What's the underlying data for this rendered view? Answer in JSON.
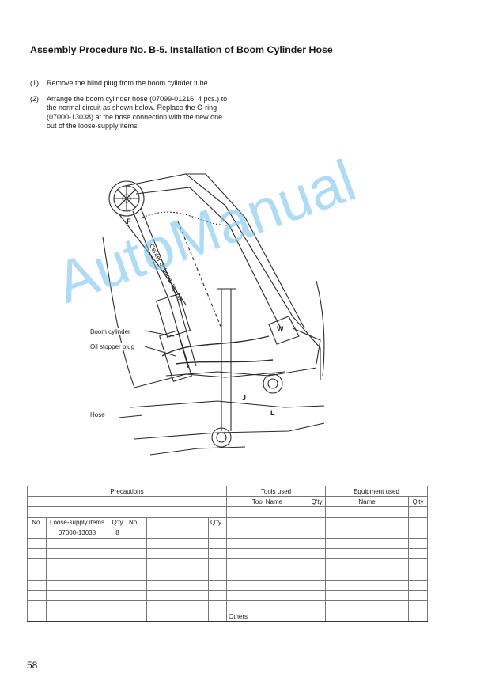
{
  "title": "Assembly Procedure No. B-5. Installation of Boom Cylinder Hose",
  "steps": [
    {
      "num": "(1)",
      "text": "Remove the blind plug from the boom cylinder tube."
    },
    {
      "num": "(2)",
      "text": "Arrange the boom cylinder hose (07099-01216, 4 pcs.) to the normal circuit as shown below. Replace the O-ring (07000-13038) at the hose connection with the new one out of the loose-supply items."
    }
  ],
  "figure": {
    "labels": {
      "boom_cylinder": "Boom cylinder",
      "oil_stopper_plug": "Oil stopper plug",
      "hose": "Hose",
      "center_pin": "Center of boom top pin"
    },
    "letters": {
      "f": "F",
      "w": "W",
      "j": "J",
      "l": "L"
    }
  },
  "watermark": "AutoManual",
  "table": {
    "precautions": "Precautions",
    "tools_used": "Tools used",
    "equipment_used": "Equipment used",
    "tool_name": "Tool Name",
    "qty": "Q'ty",
    "name": "Name",
    "no": "No.",
    "loose_supply_items": "Loose-supply items",
    "rows": [
      {
        "item": "07000-13038",
        "qty": "8"
      }
    ],
    "others": "Others"
  },
  "page_number": "58"
}
